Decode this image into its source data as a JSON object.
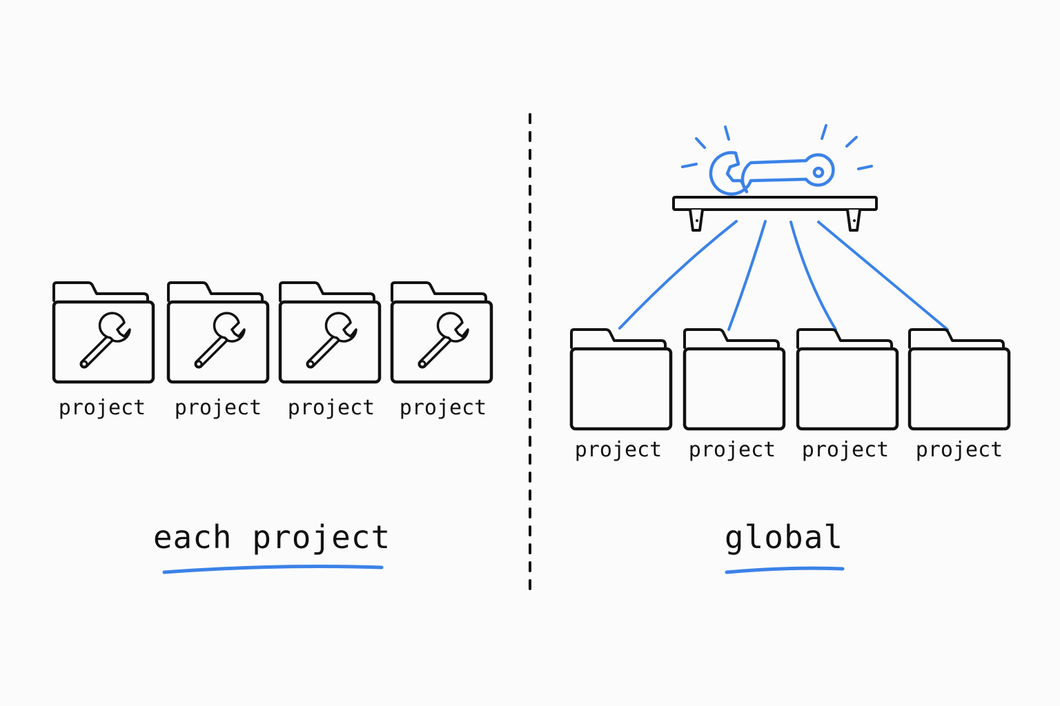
{
  "left_panel": {
    "title": "each project",
    "folders": [
      {
        "label": "project",
        "icon": "wrench-icon"
      },
      {
        "label": "project",
        "icon": "wrench-icon"
      },
      {
        "label": "project",
        "icon": "wrench-icon"
      },
      {
        "label": "project",
        "icon": "wrench-icon"
      }
    ]
  },
  "right_panel": {
    "title": "global",
    "shared_tool_icon": "wrench-icon",
    "shelf_icon": "shelf-icon",
    "folders": [
      {
        "label": "project"
      },
      {
        "label": "project"
      },
      {
        "label": "project"
      },
      {
        "label": "project"
      }
    ]
  },
  "colors": {
    "ink": "#111111",
    "accent": "#3b82e8",
    "background": "#fbfbfb"
  }
}
